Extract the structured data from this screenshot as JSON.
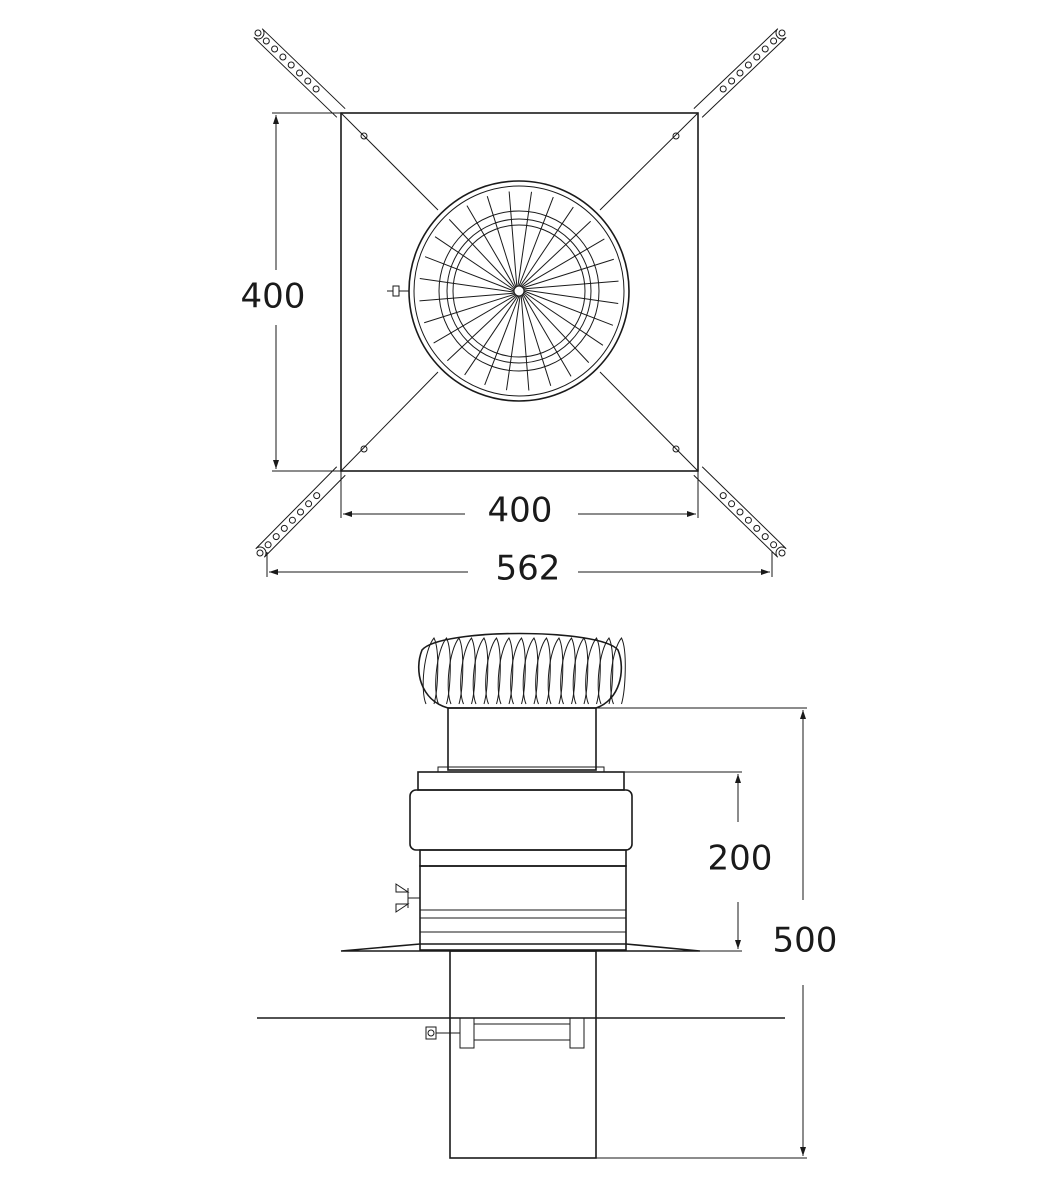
{
  "drawing": {
    "top_view": {
      "height_dim": "400",
      "width_dim": "400",
      "overall_dim": "562"
    },
    "side_view": {
      "upper_dim": "200",
      "total_dim": "500"
    },
    "line_color": "#1a1a1a"
  }
}
